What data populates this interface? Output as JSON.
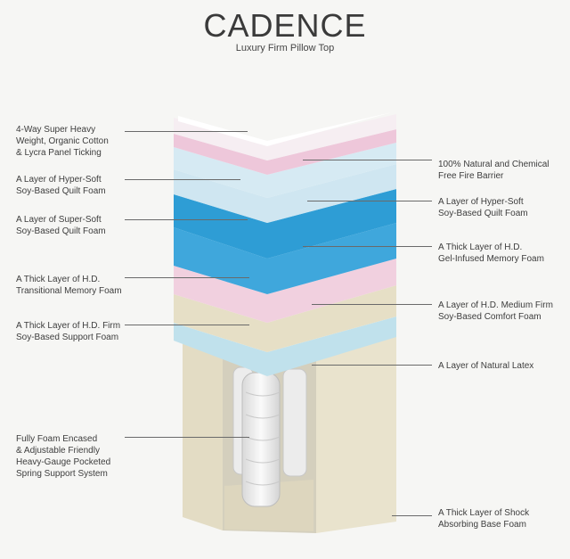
{
  "header": {
    "title": "CADENCE",
    "subtitle": "Luxury Firm Pillow Top"
  },
  "left_labels": [
    "4-Way Super Heavy\nWeight, Organic Cotton\n& Lycra Panel Ticking",
    "A Layer of Hyper-Soft\nSoy-Based Quilt Foam",
    "A Layer of Super-Soft\nSoy-Based Quilt Foam",
    "A Thick Layer of  H.D.\nTransitional Memory Foam",
    "A Thick Layer of H.D. Firm\nSoy-Based Support Foam",
    "Fully Foam Encased\n& Adjustable Friendly\nHeavy-Gauge  Pocketed\nSpring Support System"
  ],
  "right_labels": [
    "100% Natural and Chemical\nFree Fire Barrier",
    "A Layer of Hyper-Soft\nSoy-Based Quilt Foam",
    "A Thick Layer of H.D.\nGel-Infused Memory Foam",
    "A Layer of H.D. Medium Firm\nSoy-Based Comfort Foam",
    "A Layer of Natural Latex",
    "A Thick Layer of Shock\nAbsorbing Base Foam"
  ],
  "colors": {
    "ticking": "#f7eef3",
    "fire_barrier": "#f0c9dc",
    "quilt_foam": "#cfe6f1",
    "memory_foam_gel": "#2f9fd6",
    "transitional_foam": "#49ace0",
    "comfort_foam": "#f2cfe0",
    "support_foam": "#e8e1c8",
    "latex": "#bfe0ec",
    "base_foam": "#e8e2cc"
  },
  "icons": {
    "pocket_spring": "pocket-spring-icon"
  }
}
